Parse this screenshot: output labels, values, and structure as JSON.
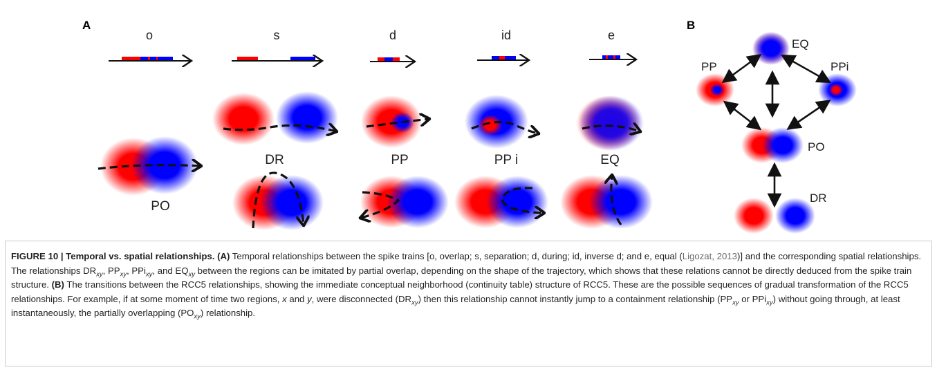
{
  "figure": {
    "panel_a": {
      "label": "A",
      "temporal": [
        {
          "letter": "o"
        },
        {
          "letter": "s"
        },
        {
          "letter": "d"
        },
        {
          "letter": "id"
        },
        {
          "letter": "e"
        }
      ],
      "relations": {
        "po": "PO",
        "dr": "DR",
        "pp": "PP",
        "ppi": "PP i",
        "eq": "EQ"
      }
    },
    "panel_b": {
      "label": "B",
      "eq": "EQ",
      "pp": "PP",
      "ppi": "PPi",
      "po": "PO",
      "dr": "DR"
    },
    "colors": {
      "red": "#ff0000",
      "blue": "#0000ff",
      "ink": "#111111"
    }
  },
  "caption": {
    "title": "FIGURE 10 | Temporal vs. spatial relationships.",
    "a_tag": "(A)",
    "t1": " Temporal relationships between the spike trains [o, overlap; s, separation; d, during; id, inverse d; and e, equal (",
    "ref": "Ligozat, 2013",
    "t2": ")] and the corresponding spatial relationships. The relationships DR",
    "sub_xy": "xy",
    "t3": ", PP",
    "t4": ", PPi",
    "t5": ", and EQ",
    "t6": " between the regions can be imitated by partial overlap, depending on the shape of the trajectory, which shows that these relations cannot be directly deduced from the spike train structure. ",
    "b_tag": "(B)",
    "t7": " The transitions between the RCC5 relationships, showing the immediate conceptual neighborhood (continuity table) structure of RCC5. These are the possible sequences of gradual transformation of the RCC5 relationships. For example, if at some moment of time two regions, ",
    "x": "x",
    "t8": " and ",
    "y": "y",
    "t9": ", were disconnected (DR",
    "t10": ") then this relationship cannot instantly jump to a containment relationship (PP",
    "t11": " or PPi",
    "t12": ") without going through, at least instantaneously, the partially overlapping (PO",
    "t13": ") relationship."
  }
}
